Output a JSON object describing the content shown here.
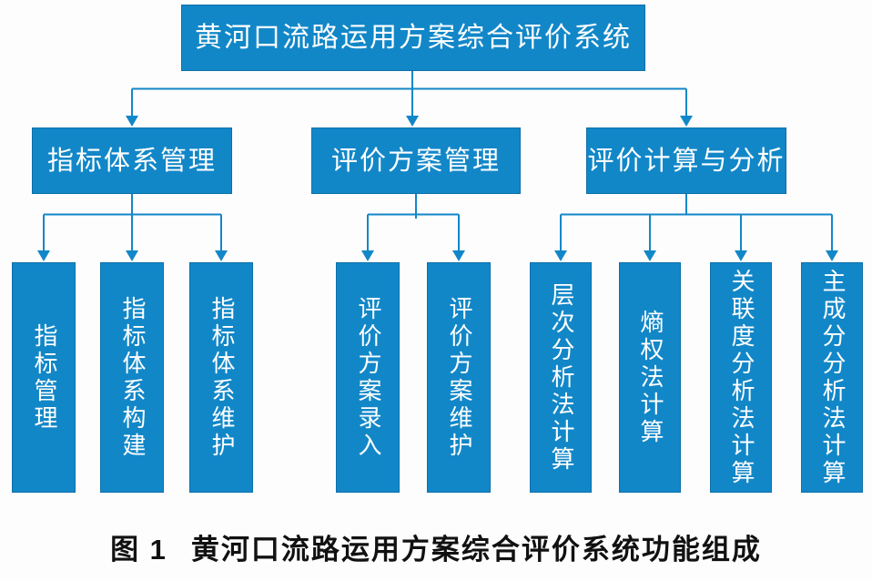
{
  "figure": {
    "root_label": "黄河口流路运用方案综合评价系统",
    "branches": [
      {
        "label": "指标体系管理",
        "children": [
          "指标管理",
          "指标体系构建",
          "指标体系维护"
        ]
      },
      {
        "label": "评价方案管理",
        "children": [
          "评价方案录入",
          "评价方案维护"
        ]
      },
      {
        "label": "评价计算与分析",
        "children": [
          "层次分析法计算",
          "熵权法计算",
          "关联度分析法计算",
          "主成分分析法计算"
        ]
      }
    ],
    "caption": {
      "figure_number": "图 1",
      "title": "黄河口流路运用方案综合评价系统功能组成"
    },
    "colors": {
      "box_fill": "#1287c8",
      "box_border": "#0d6fa9",
      "connector_line": "#1287c8",
      "box_text": "#ffffff",
      "caption_text": "#111111",
      "background": "#fdfdfd"
    }
  }
}
